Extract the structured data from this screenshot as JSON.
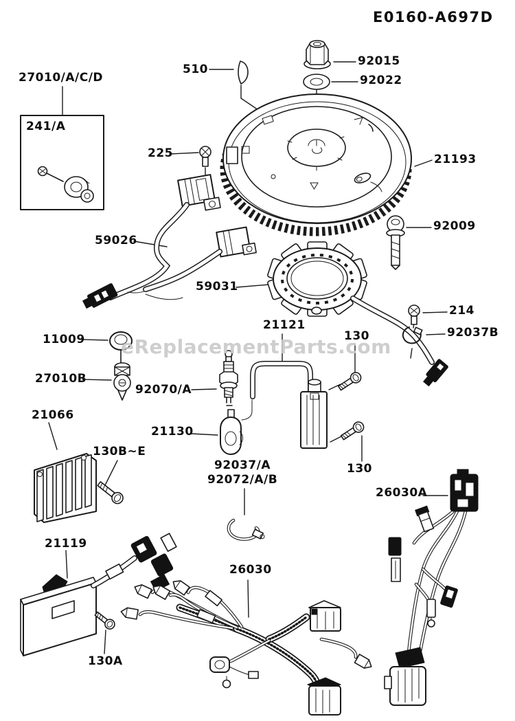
{
  "diagram": {
    "code": "E0160-A697D",
    "watermark": "eReplacementParts.com"
  },
  "colors": {
    "line": "#1b1b1b",
    "label_text": "#0d0d0d",
    "watermark": "#c9c9c9",
    "background": "#ffffff"
  },
  "labels": {
    "assy_27010": "27010/A/C/D",
    "p241": "241/A",
    "p510": "510",
    "p92015": "92015",
    "p92022": "92022",
    "p225": "225",
    "p21193": "21193",
    "p92009": "92009",
    "p59026": "59026",
    "p59031": "59031",
    "p214": "214",
    "p92037b": "92037B",
    "p11009": "11009",
    "p21121": "21121",
    "p130_upper": "130",
    "p27010b": "27010B",
    "p92070": "92070/A",
    "p21066": "21066",
    "p21130": "21130",
    "p130be": "130B~E",
    "p92037a": "92037/A",
    "p92072": "92072/A/B",
    "p130_lower": "130",
    "p26030a": "26030A",
    "p21119": "21119",
    "p26030": "26030",
    "p130a": "130A"
  }
}
